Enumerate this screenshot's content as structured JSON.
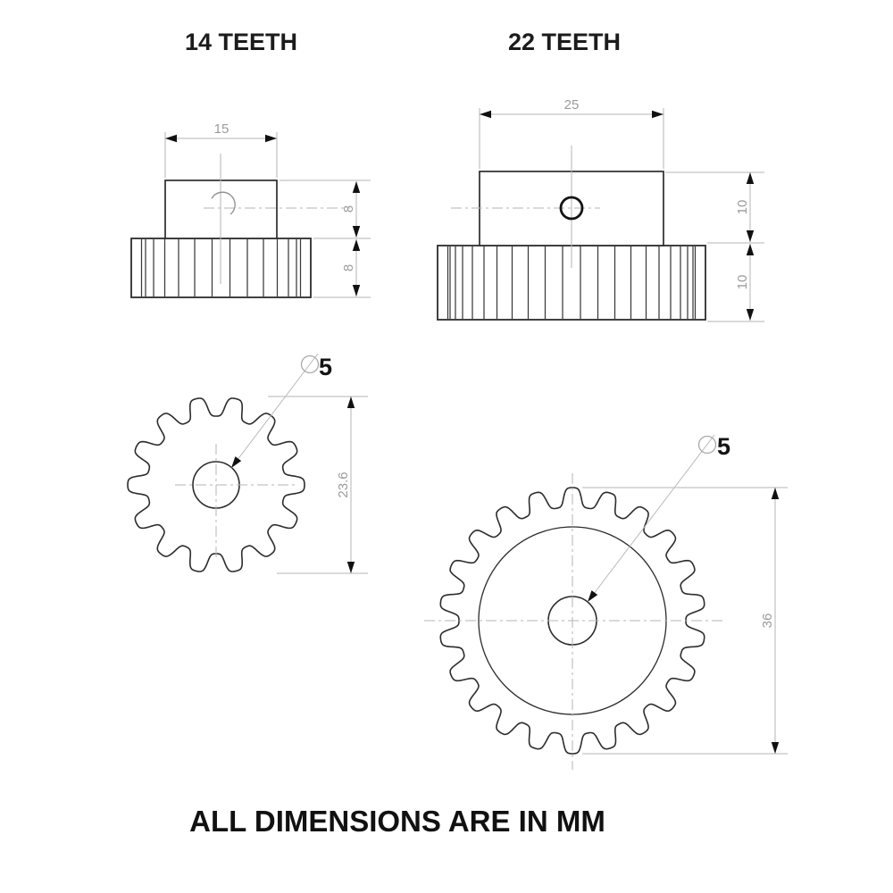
{
  "note": "ALL DIMENSIONS ARE IN MM",
  "units": "mm",
  "colors": {
    "outline": "#2c2c2c",
    "dimension_lines": "#b5b5b5",
    "dimension_text": "#9b9b9b",
    "label_text": "#161616",
    "background": "#ffffff"
  },
  "gears": [
    {
      "title": "14 TEETH",
      "teeth": 14,
      "dimensions": {
        "hub_width": "15",
        "hub_height": "8",
        "face_width": "8",
        "outer_diameter": "23.6",
        "bore": {
          "symbol": "⌀",
          "value": "5"
        }
      }
    },
    {
      "title": "22 TEETH",
      "teeth": 22,
      "dimensions": {
        "hub_width": "25",
        "hub_height": "10",
        "face_width": "10",
        "outer_diameter": "36",
        "bore": {
          "symbol": "⌀",
          "value": "5"
        }
      }
    }
  ]
}
